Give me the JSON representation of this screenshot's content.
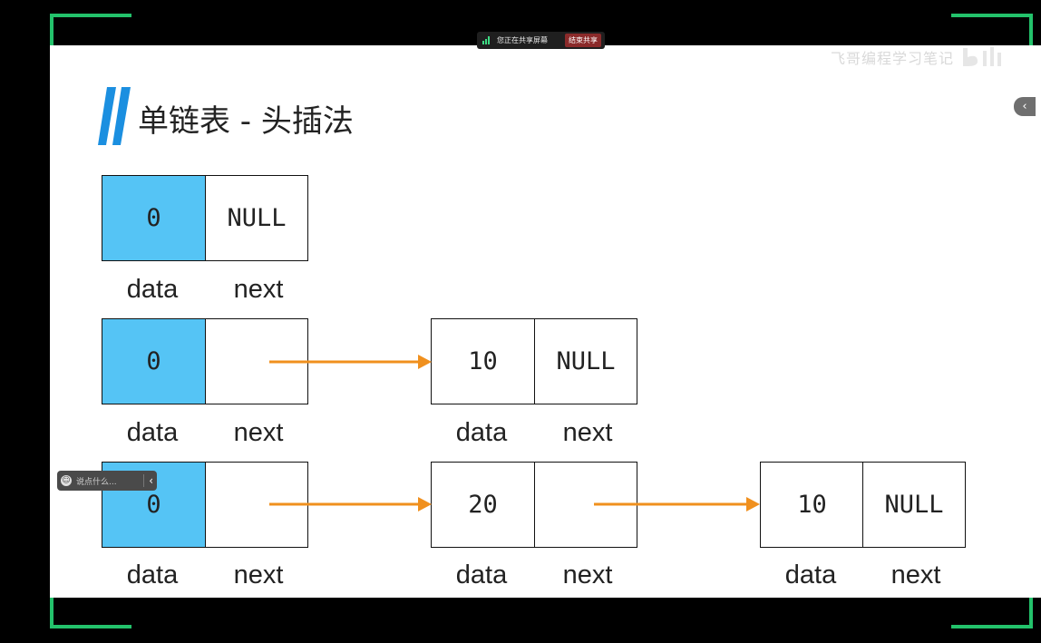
{
  "share_bar": {
    "status_text": "您正在共享屏幕",
    "stop_label": "结束共享"
  },
  "watermark": {
    "text": "飞哥编程学习笔记"
  },
  "slide": {
    "title": "单链表 - 头插法",
    "rows": [
      {
        "nodes": [
          {
            "data": "0",
            "next": "NULL",
            "data_label": "data",
            "next_label": "next"
          }
        ]
      },
      {
        "nodes": [
          {
            "data": "0",
            "next": "",
            "data_label": "data",
            "next_label": "next"
          },
          {
            "data": "10",
            "next": "NULL",
            "data_label": "data",
            "next_label": "next"
          }
        ]
      },
      {
        "nodes": [
          {
            "data": "0",
            "next": "",
            "data_label": "data",
            "next_label": "next"
          },
          {
            "data": "20",
            "next": "",
            "data_label": "data",
            "next_label": "next"
          },
          {
            "data": "10",
            "next": "NULL",
            "data_label": "data",
            "next_label": "next"
          }
        ]
      }
    ]
  },
  "danmu": {
    "placeholder": "说点什么..."
  },
  "colors": {
    "head_fill": "#55c4f5",
    "arrow": "#f0901e",
    "frame_corner": "#23c26b",
    "title_stripe": "#1b8fe0"
  },
  "icons": [
    "signal-icon",
    "emoji-icon",
    "chevron-left-icon",
    "brand-logo-icon"
  ]
}
